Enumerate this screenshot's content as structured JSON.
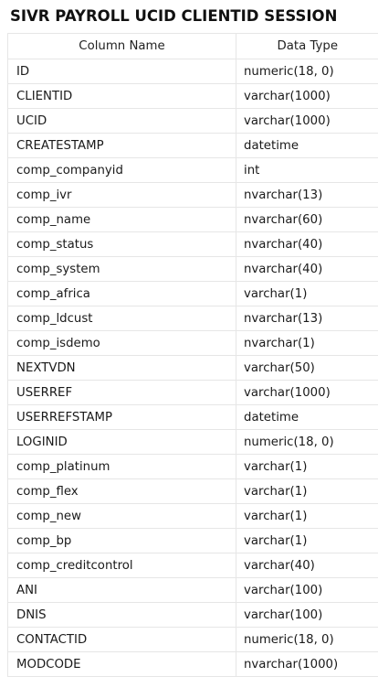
{
  "title": "SIVR PAYROLL UCID CLIENTID SESSION",
  "table": {
    "headers": [
      "Column Name",
      "Data Type"
    ],
    "rows": [
      {
        "name": "ID",
        "type": "numeric(18, 0)"
      },
      {
        "name": "CLIENTID",
        "type": "varchar(1000)"
      },
      {
        "name": "UCID",
        "type": "varchar(1000)"
      },
      {
        "name": "CREATESTAMP",
        "type": "datetime"
      },
      {
        "name": "comp_companyid",
        "type": "int"
      },
      {
        "name": "comp_ivr",
        "type": "nvarchar(13)"
      },
      {
        "name": "comp_name",
        "type": "nvarchar(60)"
      },
      {
        "name": "comp_status",
        "type": "nvarchar(40)"
      },
      {
        "name": "comp_system",
        "type": "nvarchar(40)"
      },
      {
        "name": "comp_africa",
        "type": "varchar(1)"
      },
      {
        "name": "comp_ldcust",
        "type": "nvarchar(13)"
      },
      {
        "name": "comp_isdemo",
        "type": "nvarchar(1)"
      },
      {
        "name": "NEXTVDN",
        "type": "varchar(50)"
      },
      {
        "name": "USERREF",
        "type": "varchar(1000)"
      },
      {
        "name": "USERREFSTAMP",
        "type": "datetime"
      },
      {
        "name": "LOGINID",
        "type": "numeric(18, 0)"
      },
      {
        "name": "comp_platinum",
        "type": "varchar(1)"
      },
      {
        "name": "comp_flex",
        "type": "varchar(1)"
      },
      {
        "name": "comp_new",
        "type": "varchar(1)"
      },
      {
        "name": "comp_bp",
        "type": "varchar(1)"
      },
      {
        "name": "comp_creditcontrol",
        "type": "varchar(40)"
      },
      {
        "name": "ANI",
        "type": "varchar(100)"
      },
      {
        "name": "DNIS",
        "type": "varchar(100)"
      },
      {
        "name": "CONTACTID",
        "type": "numeric(18, 0)"
      },
      {
        "name": "MODCODE",
        "type": "nvarchar(1000)"
      }
    ]
  }
}
